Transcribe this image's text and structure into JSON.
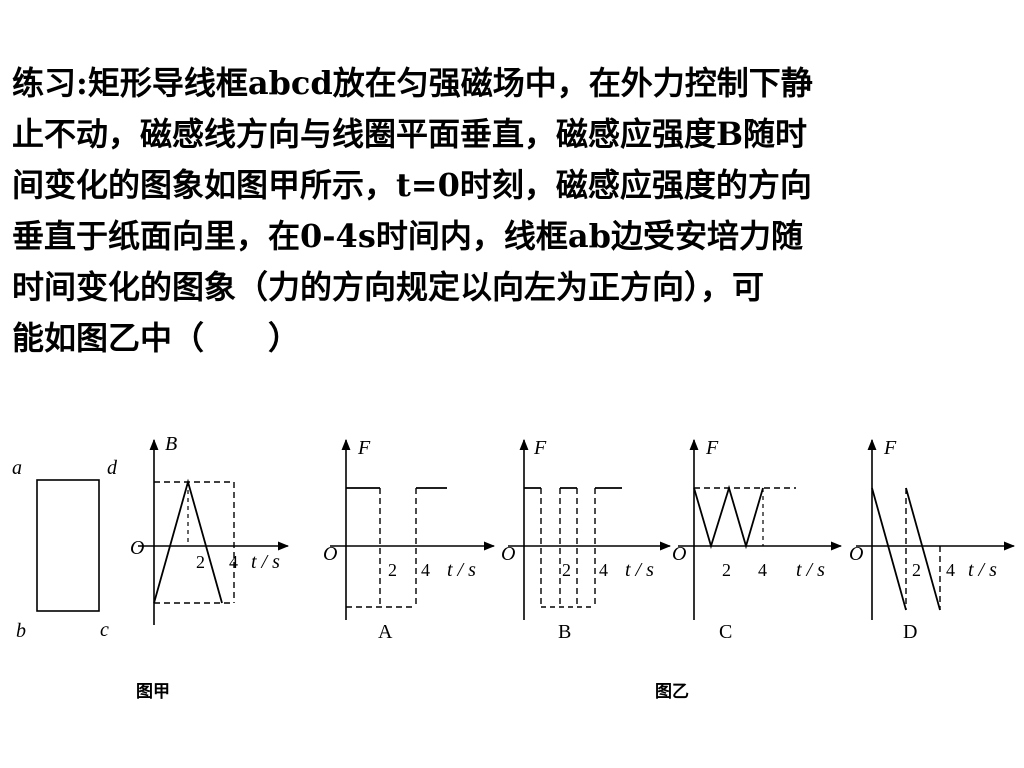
{
  "question": {
    "lines": [
      "练习:矩形导线框abcd放在匀强磁场中，在外力控制下静",
      "止不动，磁感线方向与线圈平面垂直，磁感应强度B随时",
      "间变化的图象如图甲所示，t=0时刻，磁感应强度的方向",
      "垂直于纸面向里，在0-4s时间内，线框ab边受安培力随",
      "时间变化的图象（力的方向规定以向左为正方向），可",
      "能如图乙中（　　）"
    ]
  },
  "figure_jia": {
    "corner_a": "a",
    "corner_b": "b",
    "corner_c": "c",
    "corner_d": "d",
    "axis_y": "B",
    "origin": "O",
    "tick_2": "2",
    "tick_4": "4",
    "axis_t": "t / s",
    "caption": "图甲"
  },
  "figure_yi": {
    "axis_y": "F",
    "origin": "O",
    "tick_2": "2",
    "tick_4": "4",
    "axis_t": "t / s",
    "options": [
      "A",
      "B",
      "C",
      "D"
    ],
    "caption": "图乙"
  }
}
